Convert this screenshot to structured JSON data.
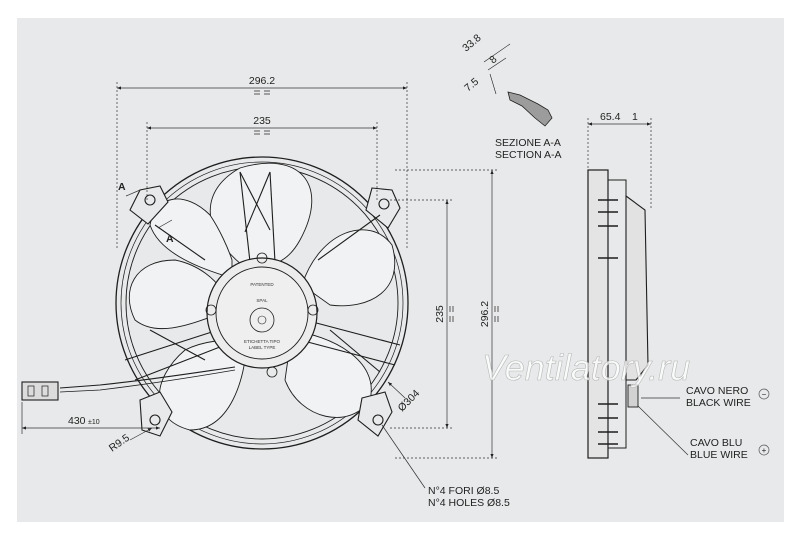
{
  "dimensions": {
    "outer_width": "296.2",
    "inner_width": "235",
    "inner_height": "235",
    "outer_height": "296.2",
    "diameter": "Ø304",
    "corner_radius": "R9.5",
    "cable_length": "430",
    "cable_tolerance": "±10",
    "depth": "65.4",
    "depth_small": "1",
    "section_33": "33.8",
    "section_8": "8",
    "section_7": "7.5"
  },
  "labels": {
    "section_it": "SEZIONE A-A",
    "section_en": "SECTION A-A",
    "section_mark_top": "A",
    "section_mark_bottom": "A",
    "holes_it": "N°4 FORI Ø8.5",
    "holes_en": "N°4 HOLES Ø8.5",
    "black_wire_it": "CAVO NERO",
    "black_wire_en": "BLACK WIRE",
    "blue_wire_it": "CAVO BLU",
    "blue_wire_en": "BLUE WIRE",
    "minus_symbol": "−",
    "plus_symbol": "+",
    "hub_patented": "PATENTED",
    "hub_brand": "SPAL",
    "hub_label_it": "ETICHETTA TIPO",
    "hub_label_en": "LABEL TYPE"
  },
  "watermark": "Ventilatory.ru",
  "colors": {
    "background": "#e8e9ea",
    "line": "#1e1e1e",
    "blade_fill": "#f1f2f3"
  }
}
